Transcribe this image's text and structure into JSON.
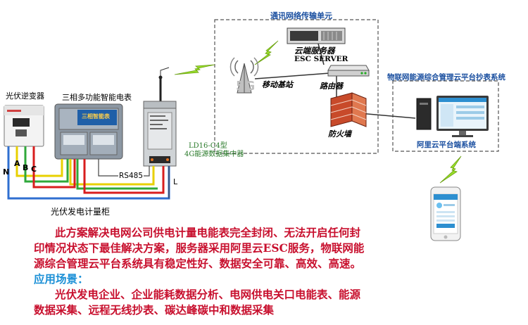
{
  "labels": {
    "network_unit": "通讯网络传输单元",
    "server": "云端服务器",
    "esc_server": "ESC SERVER",
    "base_station": "移动基站",
    "router": "路由器",
    "firewall": "防火墙",
    "iot_system": "物联网能源综合管理云平台抄表系统",
    "cloud_terminal": "阿里云平台端系统",
    "inverter": "光伏逆变器",
    "meter": "三相多功能智能电表",
    "meter_screen": "三相智能表",
    "collector_model": "LD16-C4型",
    "collector_desc": "4G能源数据集中器",
    "rs485": "RS485",
    "terminal_l": "L",
    "wire_n": "N",
    "wire_a": "A",
    "wire_b": "B",
    "wire_c": "C",
    "cabinet": "光伏发电计量柜",
    "five_g": "5G"
  },
  "description": {
    "line1": "此方案解决电网公司供电计量电能表完全封闭、无法开启任何封",
    "line2": "印情况状态下最佳解决方案，服务器采用阿里云ESC服务，物联网能",
    "line3": "源综合管理云平台系统具有稳定性好、数据安全可靠、高效、高速。",
    "scene_title": "应用场景：",
    "scene_line1": "光伏发电企业、企业能耗数据分析、电网供电关口电能表、能源",
    "scene_line2": "数据采集、远程无线抄表、碳达峰碳中和数据采集"
  },
  "colors": {
    "desc": "#c8102e",
    "scene": "#1a8fd6",
    "wire_a": "#e8d000",
    "wire_b": "#2fa83a",
    "wire_c": "#d81e1e",
    "wire_n": "#2f6fd0",
    "lightning": "#9adf2a"
  }
}
